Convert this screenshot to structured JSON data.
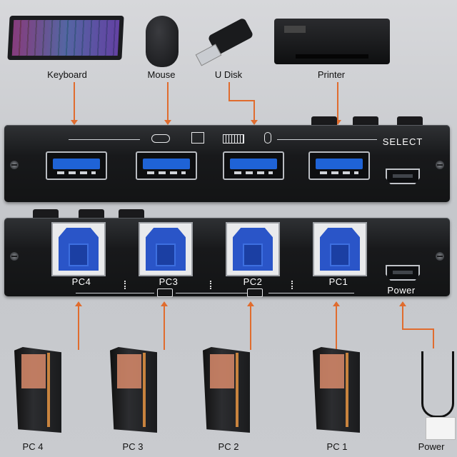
{
  "devices_top": [
    {
      "label": "Keyboard",
      "icon": "keyboard-icon"
    },
    {
      "label": "Mouse",
      "icon": "mouse-icon"
    },
    {
      "label": "U Disk",
      "icon": "usb-drive-icon"
    },
    {
      "label": "Printer",
      "icon": "printer-icon"
    }
  ],
  "front_panel": {
    "select_label": "SELECT"
  },
  "rear_panel": {
    "ports": [
      "PC4",
      "PC3",
      "PC2",
      "PC1"
    ],
    "power_label": "Power"
  },
  "pcs_bottom": [
    {
      "label": "PC 4"
    },
    {
      "label": "PC 3"
    },
    {
      "label": "PC 2"
    },
    {
      "label": "PC 1"
    }
  ],
  "power_adapter": {
    "label": "Power"
  },
  "colors": {
    "accent_arrow": "#e06c2e",
    "port_blue": "#1f63d6"
  }
}
